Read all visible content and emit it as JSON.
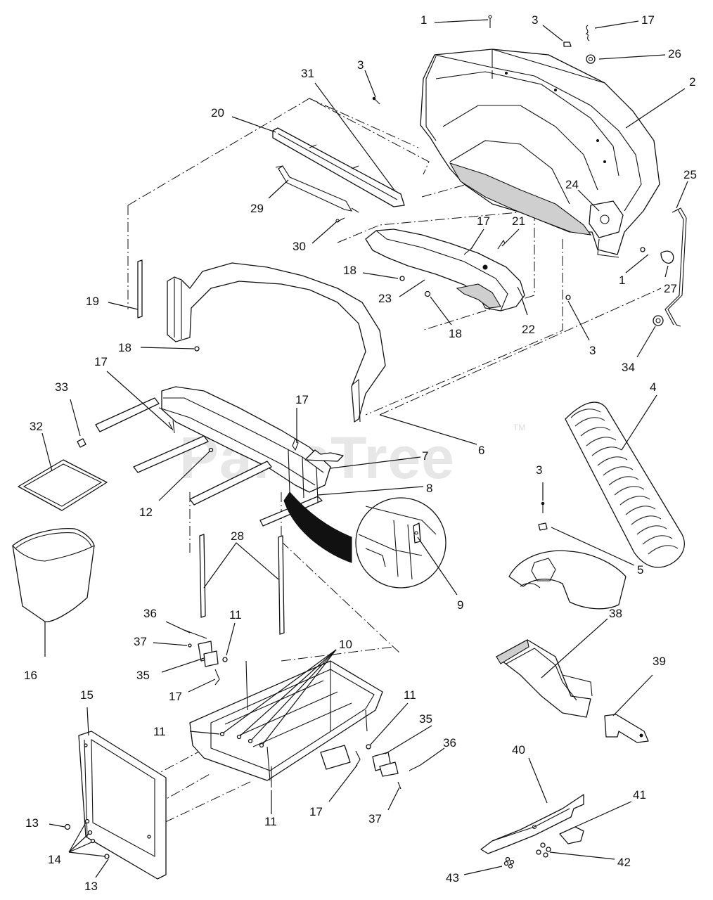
{
  "watermark": {
    "text": "PartsTree",
    "mark": "TM"
  },
  "callouts": [
    {
      "id": "c1a",
      "text": "1"
    },
    {
      "id": "c3a",
      "text": "3"
    },
    {
      "id": "c17a",
      "text": "17"
    },
    {
      "id": "c26",
      "text": "26"
    },
    {
      "id": "c2",
      "text": "2"
    },
    {
      "id": "c3b",
      "text": "3"
    },
    {
      "id": "c31",
      "text": "31"
    },
    {
      "id": "c20",
      "text": "20"
    },
    {
      "id": "c25",
      "text": "25"
    },
    {
      "id": "c24",
      "text": "24"
    },
    {
      "id": "c29",
      "text": "29"
    },
    {
      "id": "c17b",
      "text": "17"
    },
    {
      "id": "c21",
      "text": "21"
    },
    {
      "id": "c30",
      "text": "30"
    },
    {
      "id": "c18a",
      "text": "18"
    },
    {
      "id": "c1b",
      "text": "1"
    },
    {
      "id": "c27",
      "text": "27"
    },
    {
      "id": "c19",
      "text": "19"
    },
    {
      "id": "c23",
      "text": "23"
    },
    {
      "id": "c22",
      "text": "22"
    },
    {
      "id": "c18b",
      "text": "18"
    },
    {
      "id": "c3c",
      "text": "3"
    },
    {
      "id": "c18c",
      "text": "18"
    },
    {
      "id": "c34",
      "text": "34"
    },
    {
      "id": "c17c",
      "text": "17"
    },
    {
      "id": "c4",
      "text": "4"
    },
    {
      "id": "c33",
      "text": "33"
    },
    {
      "id": "c17d",
      "text": "17"
    },
    {
      "id": "c32",
      "text": "32"
    },
    {
      "id": "c6",
      "text": "6"
    },
    {
      "id": "c7",
      "text": "7"
    },
    {
      "id": "c3d",
      "text": "3"
    },
    {
      "id": "c8",
      "text": "8"
    },
    {
      "id": "c12",
      "text": "12"
    },
    {
      "id": "c5",
      "text": "5"
    },
    {
      "id": "c28",
      "text": "28"
    },
    {
      "id": "c9",
      "text": "9"
    },
    {
      "id": "c36a",
      "text": "36"
    },
    {
      "id": "c11a",
      "text": "11"
    },
    {
      "id": "c38",
      "text": "38"
    },
    {
      "id": "c37a",
      "text": "37"
    },
    {
      "id": "c10",
      "text": "10"
    },
    {
      "id": "c35a",
      "text": "35"
    },
    {
      "id": "c16",
      "text": "16"
    },
    {
      "id": "c17e",
      "text": "17"
    },
    {
      "id": "c39",
      "text": "39"
    },
    {
      "id": "c15",
      "text": "15"
    },
    {
      "id": "c11b",
      "text": "11"
    },
    {
      "id": "c35b",
      "text": "35"
    },
    {
      "id": "c11c",
      "text": "11"
    },
    {
      "id": "c36b",
      "text": "36"
    },
    {
      "id": "c40",
      "text": "40"
    },
    {
      "id": "c11d",
      "text": "11"
    },
    {
      "id": "c17f",
      "text": "17"
    },
    {
      "id": "c37b",
      "text": "37"
    },
    {
      "id": "c13a",
      "text": "13"
    },
    {
      "id": "c41",
      "text": "41"
    },
    {
      "id": "c14",
      "text": "14"
    },
    {
      "id": "c42",
      "text": "42"
    },
    {
      "id": "c13b",
      "text": "13"
    },
    {
      "id": "c43",
      "text": "43"
    }
  ]
}
